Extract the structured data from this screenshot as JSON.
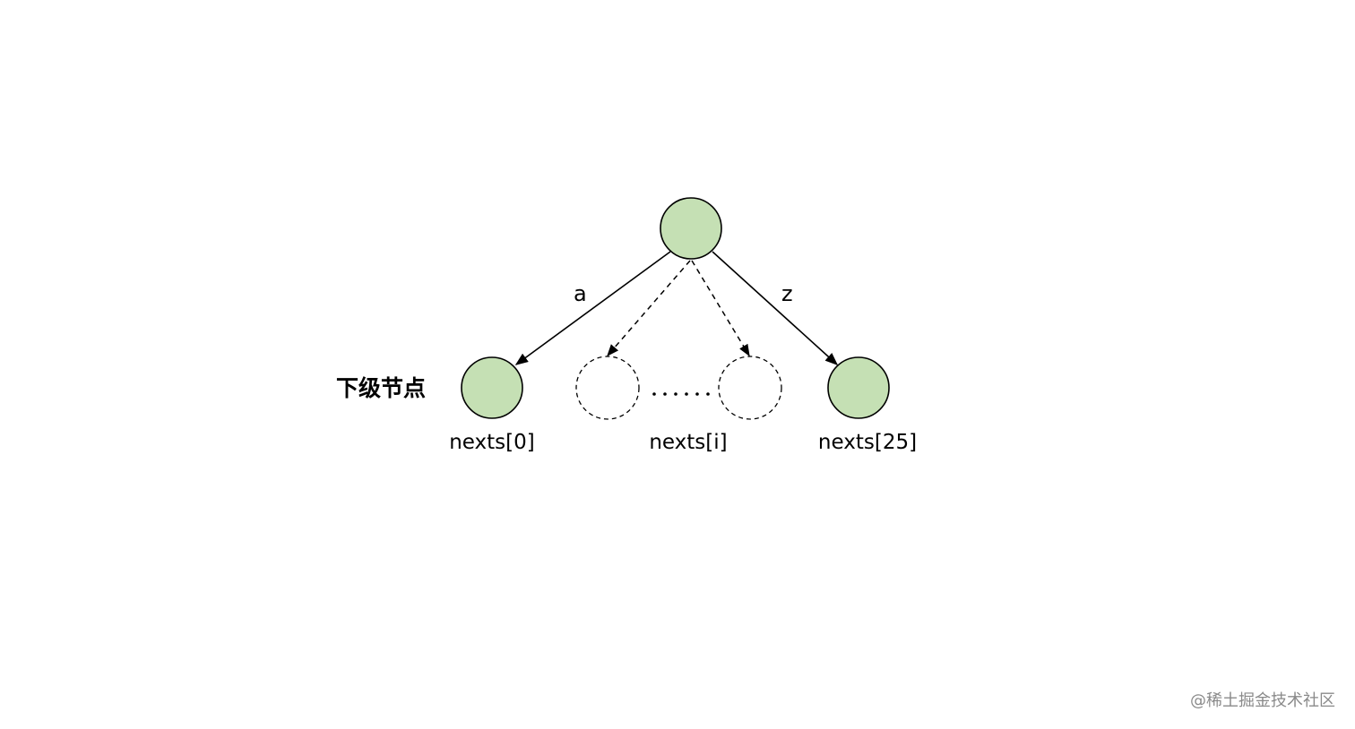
{
  "diagram": {
    "level_label": "下级节点",
    "edges": {
      "left_label": "a",
      "right_label": "z"
    },
    "nodes": {
      "first_label": "nexts[0]",
      "middle_label": "nexts[i]",
      "last_label": "nexts[25]"
    },
    "ellipsis": "......",
    "colors": {
      "node_fill": "#c5e0b4",
      "stroke": "#000000"
    }
  },
  "watermark": "@稀土掘金技术社区"
}
